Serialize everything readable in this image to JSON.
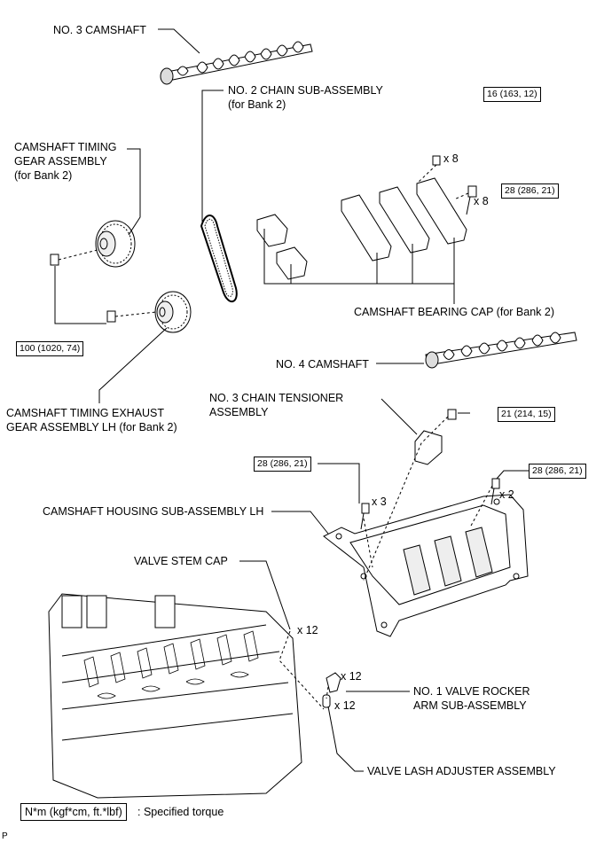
{
  "labels": {
    "no3_camshaft": "NO. 3 CAMSHAFT",
    "no2_chain_1": "NO. 2 CHAIN SUB-ASSEMBLY",
    "no2_chain_2": "(for Bank 2)",
    "timing_gear_1": "CAMSHAFT TIMING",
    "timing_gear_2": "GEAR ASSEMBLY",
    "timing_gear_3": "(for Bank 2)",
    "bearing_cap": "CAMSHAFT BEARING CAP (for Bank 2)",
    "no4_camshaft": "NO. 4 CAMSHAFT",
    "exhaust_gear_1": "CAMSHAFT TIMING EXHAUST",
    "exhaust_gear_2": "GEAR ASSEMBLY LH (for Bank 2)",
    "tensioner_1": "NO. 3 CHAIN TENSIONER",
    "tensioner_2": "ASSEMBLY",
    "housing": "CAMSHAFT HOUSING SUB-ASSEMBLY LH",
    "valve_stem_cap": "VALVE STEM CAP",
    "rocker_arm_1": "NO. 1 VALVE ROCKER",
    "rocker_arm_2": "ARM SUB-ASSEMBLY",
    "lash_adjuster": "VALVE LASH ADJUSTER ASSEMBLY"
  },
  "torques": {
    "t16": "16 (163, 12)",
    "t28_bearing": "28 (286, 21)",
    "t100": "100 (1020, 74)",
    "t21": "21 (214, 15)",
    "t28_left": "28 (286, 21)",
    "t28_right": "28 (286, 21)"
  },
  "quantities": {
    "bearing_bolts_small": "x 8",
    "bearing_bolts_large": "x 8",
    "housing_bolts_left": "x 3",
    "housing_bolts_right": "x 2",
    "valve_stem_cap": "x 12",
    "rocker_arm": "x 12",
    "lash_adjuster": "x 12"
  },
  "legend": {
    "unit": "N*m (kgf*cm, ft.*lbf)",
    "description": ": Specified torque"
  },
  "corner_code": "P"
}
